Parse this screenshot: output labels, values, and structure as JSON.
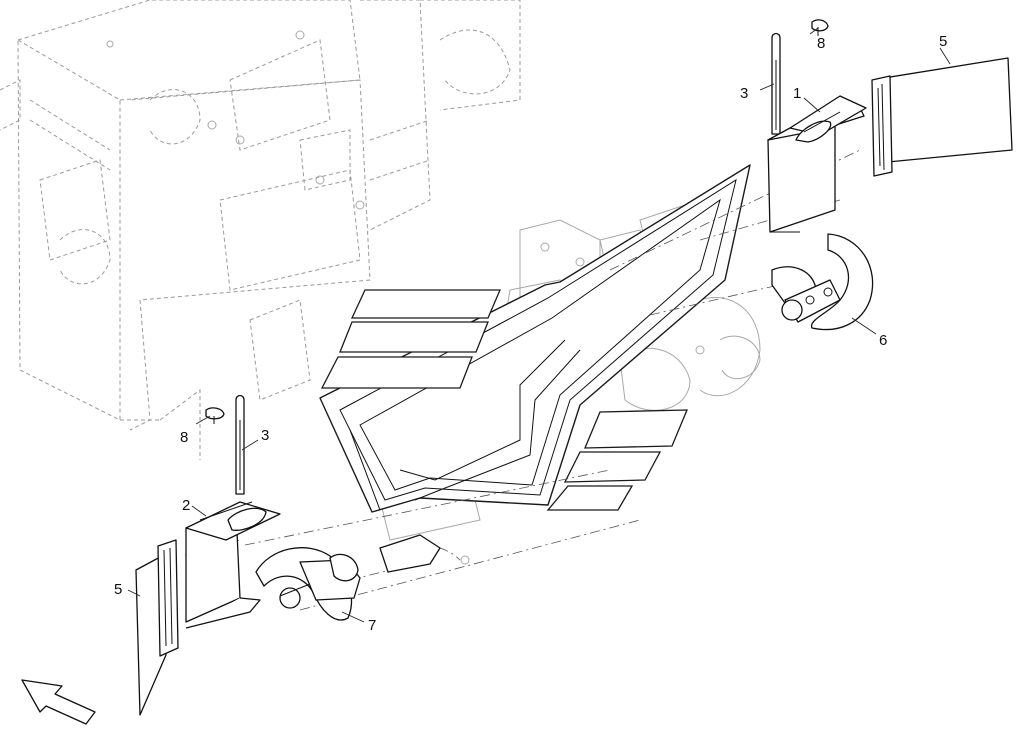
{
  "callouts": {
    "c1": "1",
    "c2": "2",
    "c3_top": "3",
    "c3_bottom": "3",
    "c5_top": "5",
    "c5_bottom": "5",
    "c6": "6",
    "c7": "7",
    "c8_top": "8",
    "c8_bottom": "8"
  },
  "icons": {
    "direction": "direction-arrow-icon"
  }
}
